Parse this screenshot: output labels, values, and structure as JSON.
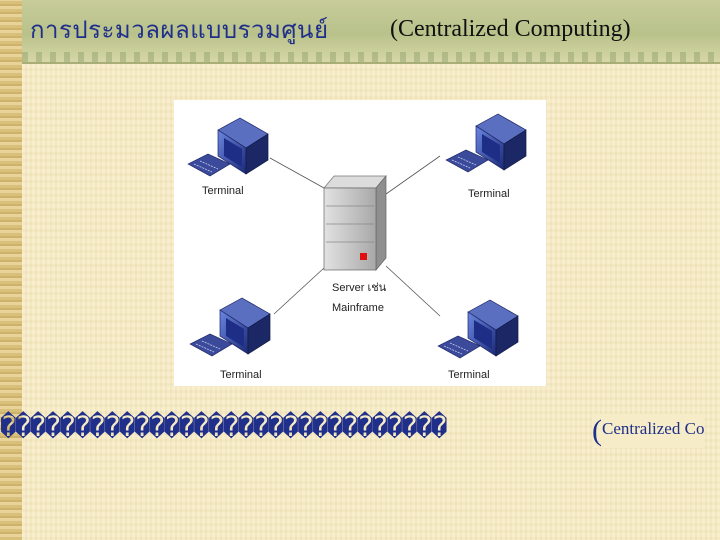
{
  "slide": {
    "title_thai": "การประมวลผลแบบรวมศูนย์",
    "title_en": "(Centralized Computing)",
    "caption_boxes": "������������������������������",
    "caption_paren": "(",
    "caption_latin": "Centralized Co"
  },
  "diagram": {
    "terminal_top_left": "Terminal",
    "terminal_top_right": "Terminal",
    "terminal_bottom_left": "Terminal",
    "terminal_bottom_right": "Terminal",
    "server_label_line1": "Server เช่น",
    "server_label_line2": "Mainframe"
  },
  "colors": {
    "title_text": "#1f2f8a",
    "monitor_blue": "#2a3f9a",
    "server_gray": "#bdbdbd",
    "server_led": "#e01010"
  }
}
